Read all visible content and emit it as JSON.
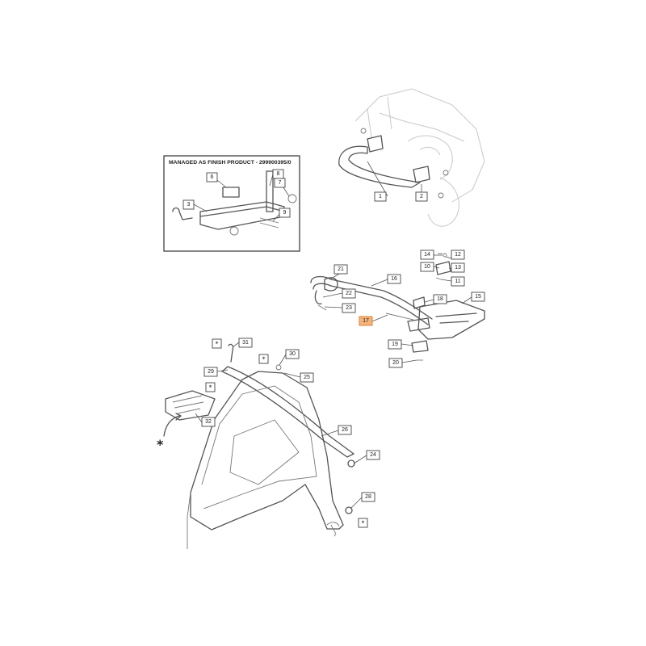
{
  "inset": {
    "title": "MANAGED AS FINISH PRODUCT - 299900395/0",
    "callouts": [
      "6",
      "8",
      "7",
      "3",
      "9"
    ]
  },
  "callouts": [
    "1",
    "2",
    "10",
    "11",
    "12",
    "13",
    "14",
    "15",
    "16",
    "17",
    "18",
    "19",
    "20",
    "21",
    "22",
    "23",
    "24",
    "25",
    "26",
    "28",
    "29",
    "30",
    "31",
    "32"
  ],
  "highlighted_callout": "17",
  "star_symbol": "*",
  "highlight_color": "#f6b37a"
}
